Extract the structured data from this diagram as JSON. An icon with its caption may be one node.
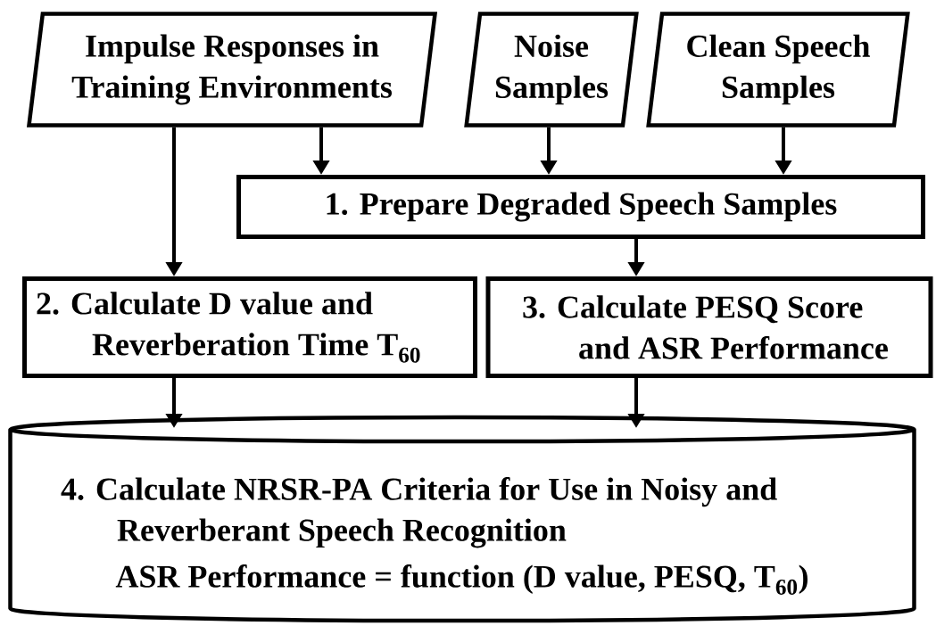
{
  "diagram": {
    "nodes": [
      {
        "text": [
          "Impulse Responses in Training Environments"
        ]
      },
      {
        "text": [
          "Noise Samples"
        ]
      },
      {
        "text": [
          "Clean Speech Samples"
        ]
      },
      {
        "text": [
          "1. Prepare Degraded Speech Samples"
        ]
      },
      {
        "text": [
          "2. Calculate D value and Reverberation Time T$_{60}$"
        ]
      },
      {
        "text": [
          "3. Calculate PESQ Score and ASR Performance"
        ]
      },
      {
        "text": [
          "4. Calculate NRSR-PA Criteria for Use in Noisy and Reverberant Speech Recognition",
          "ASR Performance = function (D value, PESQ, T$_{60}$)"
        ]
      }
    ],
    "edges": [
      {
        "from": 0,
        "to": 3,
        "arrow": "to"
      },
      {
        "from": 1,
        "to": 3,
        "arrow": "to"
      },
      {
        "from": 2,
        "to": 3,
        "arrow": "to"
      },
      {
        "from": 0,
        "to": 4,
        "arrow": "to"
      },
      {
        "from": 3,
        "to": 5,
        "arrow": "to"
      },
      {
        "from": 4,
        "to": 6,
        "arrow": "to"
      },
      {
        "from": 5,
        "to": 6,
        "arrow": "to"
      }
    ]
  }
}
